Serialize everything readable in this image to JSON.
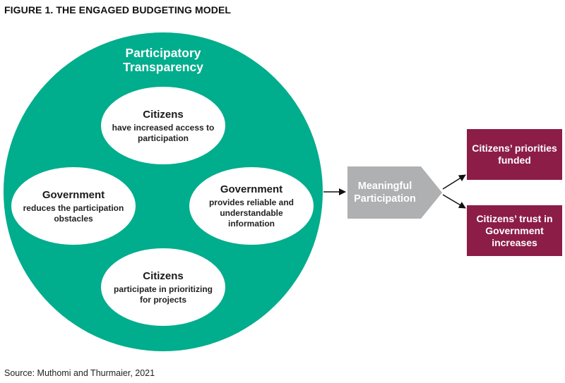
{
  "figure_title": "FIGURE 1. THE ENGAGED BUDGETING MODEL",
  "source": "Source: Muthomi and Thurmaier, 2021",
  "circle": {
    "title": "Participatory Transparency",
    "nodes": {
      "top": {
        "head": "Citizens",
        "body": "have increased access to participation"
      },
      "left": {
        "head": "Government",
        "body": "reduces the participation obstacles"
      },
      "right": {
        "head": "Government",
        "body": "provides reliable and understandable information"
      },
      "bottom": {
        "head": "Citizens",
        "body": "participate in prioritizing for projects"
      }
    }
  },
  "middle": {
    "label": "Meaningful Participation"
  },
  "outcomes": [
    {
      "label": "Citizens’ priorities funded"
    },
    {
      "label": "Citizens’ trust in Government increases"
    }
  ],
  "colors": {
    "green": "#00ad8c",
    "gray": "#aeb0b2",
    "maroon": "#8c1d47"
  }
}
